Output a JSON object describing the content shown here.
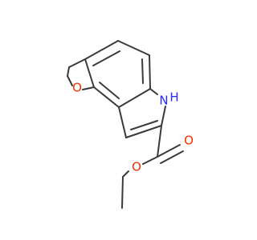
{
  "molecule": {
    "atoms": {
      "furan_oxygen": "O",
      "indole_nitrogen": "N",
      "indole_hydrogen": "H",
      "carbonyl_oxygen": "O",
      "ester_oxygen": "O"
    },
    "colors": {
      "bond": "#3a3a3a",
      "oxygen": "#ff2a00",
      "nitrogen": "#2828ff"
    }
  }
}
